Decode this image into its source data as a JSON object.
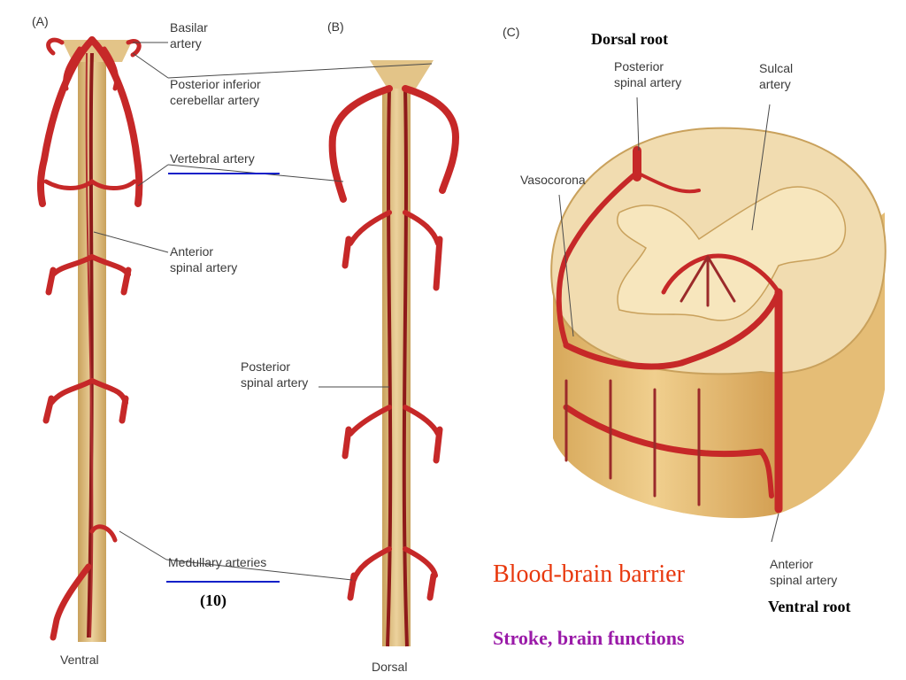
{
  "panel_a": {
    "label": "(A)",
    "basilar": "Basilar\nartery",
    "pica": "Posterior inferior\ncerebellar artery",
    "vertebral": "Vertebral artery",
    "anterior_spinal": "Anterior\nspinal artery",
    "medullary": "Medullary arteries",
    "view": "Ventral"
  },
  "panel_b": {
    "label": "(B)",
    "posterior_spinal": "Posterior\nspinal artery",
    "view": "Dorsal"
  },
  "panel_c": {
    "label": "(C)",
    "posterior_spinal": "Posterior\nspinal artery",
    "sulcal": "Sulcal\nartery",
    "vasocorona": "Vasocorona",
    "anterior_spinal": "Anterior\nspinal artery"
  },
  "slide": {
    "dorsal_root": "Dorsal root",
    "ventral_root": "Ventral root",
    "ref_number": "(10)",
    "title": "Blood-brain barrier",
    "subtitle": "Stroke, brain functions"
  },
  "colors": {
    "artery": "#c62828",
    "artery_dark": "#8e1a1a",
    "cord": "#d9b77a",
    "cord_light": "#f1dcb0",
    "grey_matter": "#f3deb0",
    "underline": "#1020c8",
    "title": "#e8380d",
    "subtitle": "#9a1aa8"
  }
}
